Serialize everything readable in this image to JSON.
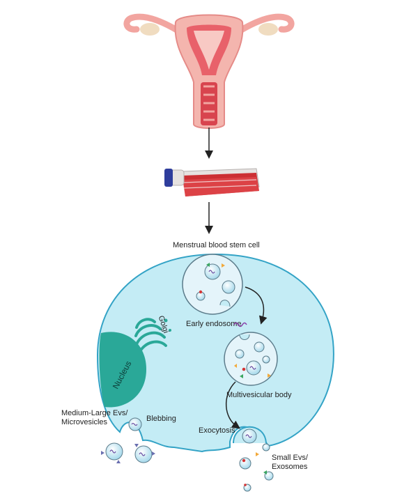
{
  "labels": {
    "cell_type": "Menstrual blood stem cell",
    "golgi": "Golgi",
    "nucleus": "Nucleus",
    "early_endosome": "Early endosome",
    "multivesicular_body": "Multivesicular body",
    "exocytosis": "Exocytosis",
    "blebbing": "Blebbing",
    "medium_large_evs_line1": "Medium-Large Evs/",
    "medium_large_evs_line2": "Microvesicles",
    "small_evs_line1": "Small Evs/",
    "small_evs_line2": "Exosomes"
  },
  "colors": {
    "uterus_outer": "#f2a5a0",
    "uterus_inner": "#e8616a",
    "cell_fill": "#c4ecf5",
    "cell_stroke": "#33a3c6",
    "nucleus": "#2aa898",
    "flask_red": "#cc2f33",
    "flask_cap": "#2e3d9c",
    "arrow": "#222222"
  },
  "icons": {
    "uterus": "uterus-illustration",
    "flask": "cell-culture-flask",
    "arrows": "down-arrow"
  }
}
